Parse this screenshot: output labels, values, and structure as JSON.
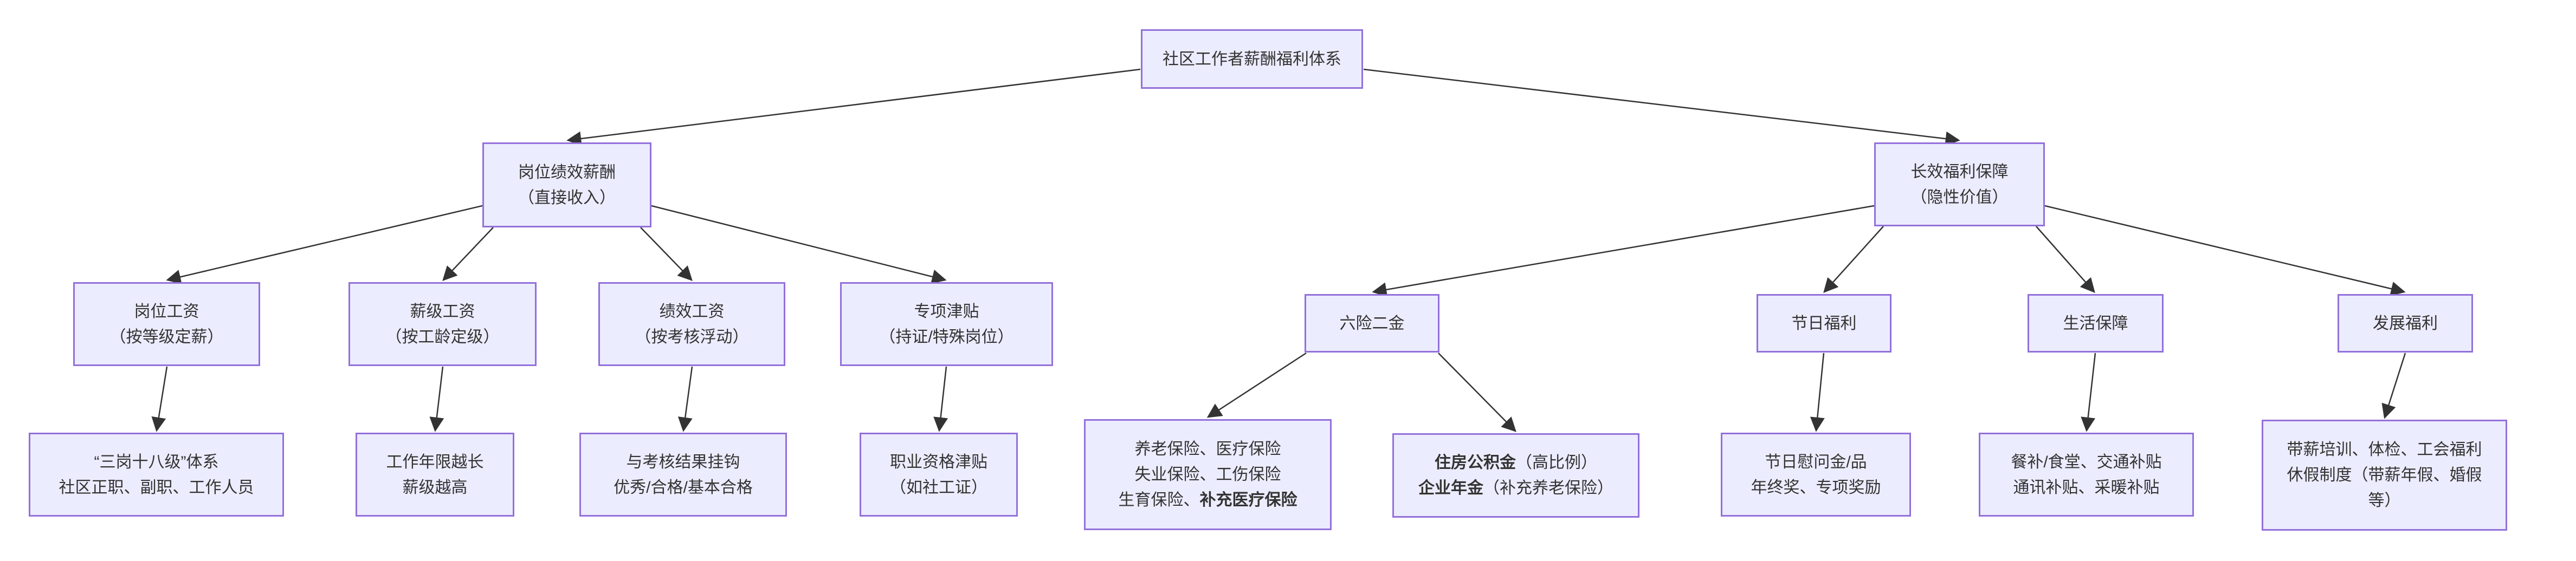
{
  "diagram": {
    "title": "社区工作者薪酬福利体系",
    "colors": {
      "node_fill": "#ECECFF",
      "node_border": "#9370DB",
      "text": "#333333",
      "edge": "#333333",
      "background": "#FFFFFF"
    },
    "nodes": {
      "root": {
        "lines": [
          [
            {
              "t": "社区工作者薪酬福利体系",
              "b": false
            }
          ]
        ]
      },
      "direct": {
        "lines": [
          [
            {
              "t": "岗位绩效薪酬",
              "b": false
            }
          ],
          [
            {
              "t": "（直接收入）",
              "b": false
            }
          ]
        ]
      },
      "longterm": {
        "lines": [
          [
            {
              "t": "长效福利保障",
              "b": false
            }
          ],
          [
            {
              "t": "（隐性价值）",
              "b": false
            }
          ]
        ]
      },
      "post_salary": {
        "lines": [
          [
            {
              "t": "岗位工资",
              "b": false
            }
          ],
          [
            {
              "t": "（按等级定薪）",
              "b": false
            }
          ]
        ]
      },
      "grade_salary": {
        "lines": [
          [
            {
              "t": "薪级工资",
              "b": false
            }
          ],
          [
            {
              "t": "（按工龄定级）",
              "b": false
            }
          ]
        ]
      },
      "perf_salary": {
        "lines": [
          [
            {
              "t": "绩效工资",
              "b": false
            }
          ],
          [
            {
              "t": "（按考核浮动）",
              "b": false
            }
          ]
        ]
      },
      "special_allowance": {
        "lines": [
          [
            {
              "t": "专项津贴",
              "b": false
            }
          ],
          [
            {
              "t": "（持证/特殊岗位）",
              "b": false
            }
          ]
        ]
      },
      "six_insurance": {
        "lines": [
          [
            {
              "t": "六险二金",
              "b": false
            }
          ]
        ]
      },
      "holiday_welfare": {
        "lines": [
          [
            {
              "t": "节日福利",
              "b": false
            }
          ]
        ]
      },
      "living_support": {
        "lines": [
          [
            {
              "t": "生活保障",
              "b": false
            }
          ]
        ]
      },
      "development_welfare": {
        "lines": [
          [
            {
              "t": "发展福利",
              "b": false
            }
          ]
        ]
      },
      "leaf_post": {
        "lines": [
          [
            {
              "t": "“三岗十八级”体系",
              "b": false
            }
          ],
          [
            {
              "t": "社区正职、副职、工作人员",
              "b": false
            }
          ]
        ]
      },
      "leaf_grade": {
        "lines": [
          [
            {
              "t": "工作年限越长",
              "b": false
            }
          ],
          [
            {
              "t": "薪级越高",
              "b": false
            }
          ]
        ]
      },
      "leaf_perf": {
        "lines": [
          [
            {
              "t": "与考核结果挂钩",
              "b": false
            }
          ],
          [
            {
              "t": "优秀/合格/基本合格",
              "b": false
            }
          ]
        ]
      },
      "leaf_special": {
        "lines": [
          [
            {
              "t": "职业资格津贴",
              "b": false
            }
          ],
          [
            {
              "t": "（如社工证）",
              "b": false
            }
          ]
        ]
      },
      "leaf_insurance_types": {
        "lines": [
          [
            {
              "t": "养老保险、医疗保险",
              "b": false
            }
          ],
          [
            {
              "t": "失业保险、工伤保险",
              "b": false
            }
          ],
          [
            {
              "t": "生育保险、",
              "b": false
            },
            {
              "t": "补充医疗保险",
              "b": true
            }
          ]
        ]
      },
      "leaf_funds": {
        "lines": [
          [
            {
              "t": "住房公积金",
              "b": true
            },
            {
              "t": "（高比例）",
              "b": false
            }
          ],
          [
            {
              "t": "企业年金",
              "b": true
            },
            {
              "t": "（补充养老保险）",
              "b": false
            }
          ]
        ]
      },
      "leaf_holiday": {
        "lines": [
          [
            {
              "t": "节日慰问金/品",
              "b": false
            }
          ],
          [
            {
              "t": "年终奖、专项奖励",
              "b": false
            }
          ]
        ]
      },
      "leaf_living": {
        "lines": [
          [
            {
              "t": "餐补/食堂、交通补贴",
              "b": false
            }
          ],
          [
            {
              "t": "通讯补贴、采暖补贴",
              "b": false
            }
          ]
        ]
      },
      "leaf_development": {
        "lines": [
          [
            {
              "t": "带薪培训、体检、工会福利",
              "b": false
            }
          ],
          [
            {
              "t": "休假制度（带薪年假、婚假",
              "b": false
            }
          ],
          [
            {
              "t": "等）",
              "b": false
            }
          ]
        ]
      }
    },
    "edges": [
      [
        "root",
        "direct"
      ],
      [
        "root",
        "longterm"
      ],
      [
        "direct",
        "post_salary"
      ],
      [
        "direct",
        "grade_salary"
      ],
      [
        "direct",
        "perf_salary"
      ],
      [
        "direct",
        "special_allowance"
      ],
      [
        "longterm",
        "six_insurance"
      ],
      [
        "longterm",
        "holiday_welfare"
      ],
      [
        "longterm",
        "living_support"
      ],
      [
        "longterm",
        "development_welfare"
      ],
      [
        "post_salary",
        "leaf_post"
      ],
      [
        "grade_salary",
        "leaf_grade"
      ],
      [
        "perf_salary",
        "leaf_perf"
      ],
      [
        "special_allowance",
        "leaf_special"
      ],
      [
        "six_insurance",
        "leaf_insurance_types"
      ],
      [
        "six_insurance",
        "leaf_funds"
      ],
      [
        "holiday_welfare",
        "leaf_holiday"
      ],
      [
        "living_support",
        "leaf_living"
      ],
      [
        "development_welfare",
        "leaf_development"
      ]
    ]
  }
}
